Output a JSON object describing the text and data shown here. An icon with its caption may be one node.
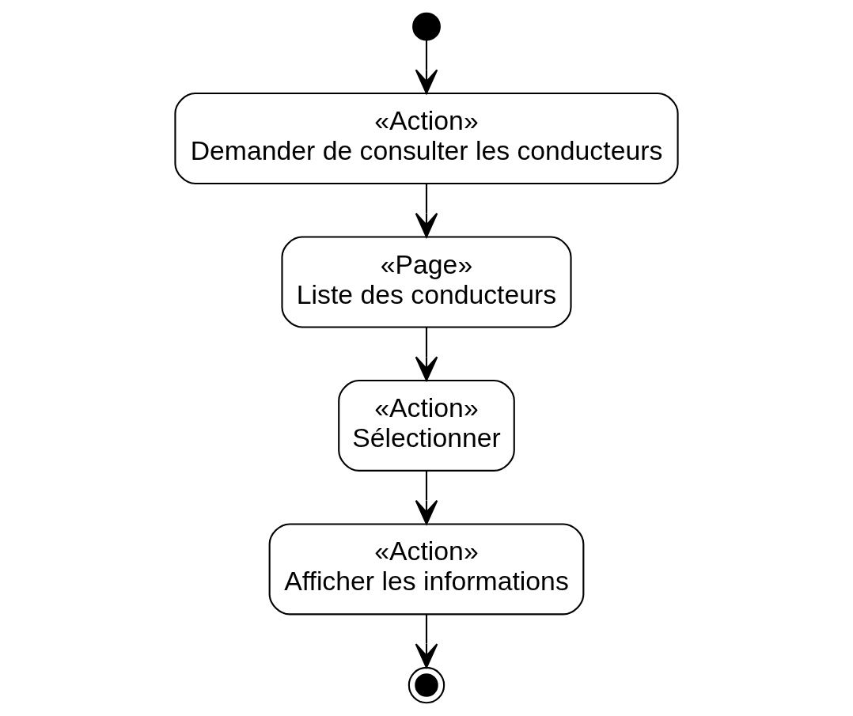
{
  "diagram": {
    "nodes": [
      {
        "text": [],
        "shape": "circle"
      },
      {
        "text": [
          "«Action»",
          "Demander de consulter les conducteurs"
        ]
      },
      {
        "text": [
          "«Page»",
          "Liste des conducteurs"
        ]
      },
      {
        "text": [
          "«Action»",
          "Sélectionner"
        ]
      },
      {
        "text": [
          "«Action»",
          "Afficher les informations"
        ]
      },
      {
        "text": [],
        "shape": "bullseye"
      }
    ],
    "edges": [
      {
        "from": 0,
        "to": 1,
        "arrow": "to"
      },
      {
        "from": 1,
        "to": 2,
        "arrow": "to"
      },
      {
        "from": 2,
        "to": 3,
        "arrow": "to"
      },
      {
        "from": 3,
        "to": 4,
        "arrow": "to"
      },
      {
        "from": 4,
        "to": 5,
        "arrow": "to"
      }
    ]
  }
}
